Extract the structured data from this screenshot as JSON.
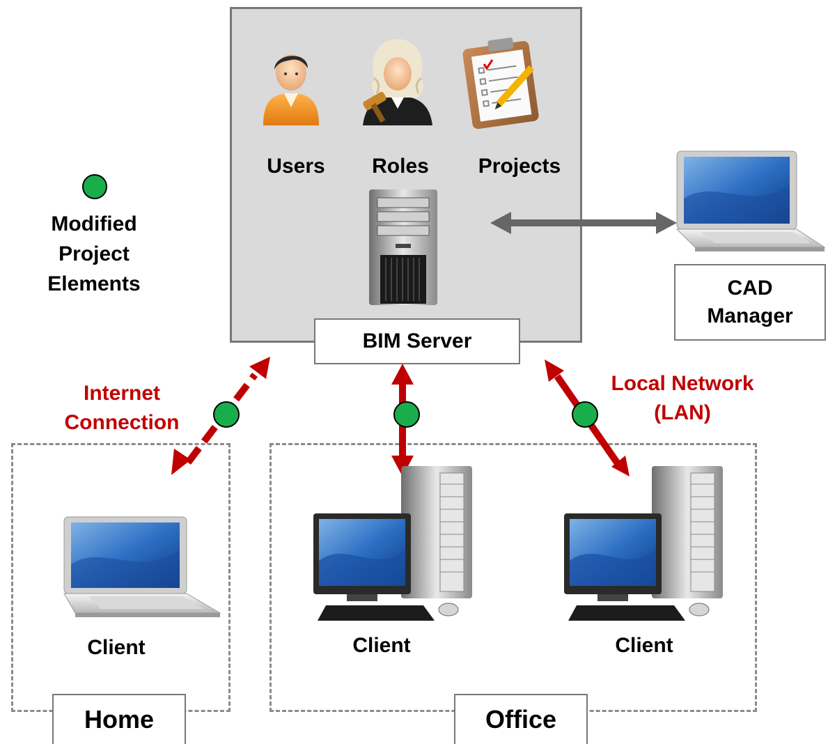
{
  "server": {
    "items": [
      {
        "label": "Users",
        "icon": "user-icon"
      },
      {
        "label": "Roles",
        "icon": "judge-icon"
      },
      {
        "label": "Projects",
        "icon": "clipboard-icon"
      }
    ],
    "label": "BIM Server",
    "icon": "server-tower-icon"
  },
  "legend": {
    "marker_icon": "green-dot-icon",
    "marker_color": "#1aad4b",
    "lines": [
      "Modified",
      "Project",
      "Elements"
    ]
  },
  "cad_manager": {
    "lines": [
      "CAD",
      "Manager"
    ],
    "icon": "laptop-icon"
  },
  "connections": {
    "internet": {
      "lines": [
        "Internet",
        "Connection"
      ],
      "color": "#c00000"
    },
    "lan": {
      "lines": [
        "Local Network",
        "(LAN)"
      ],
      "color": "#c00000"
    },
    "manager_link_color": "#666666"
  },
  "groups": {
    "home": {
      "label": "Home",
      "client_label": "Client",
      "client_icon": "laptop-icon"
    },
    "office": {
      "label": "Office",
      "clients": [
        {
          "label": "Client",
          "icon": "desktop-pc-icon"
        },
        {
          "label": "Client",
          "icon": "desktop-pc-icon"
        }
      ]
    }
  }
}
